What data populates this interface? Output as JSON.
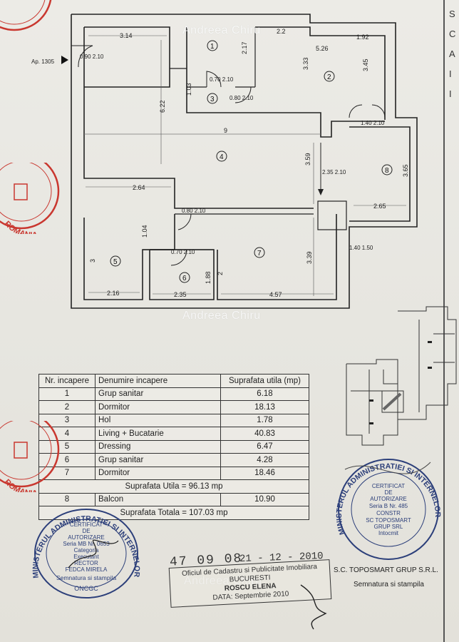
{
  "watermark": "Andreea Chiru",
  "side_letters": [
    "S",
    "C",
    "A",
    "I",
    "I"
  ],
  "apt_label": "Ap. 1305",
  "plan": {
    "room_numbers": [
      "1",
      "2",
      "3",
      "4",
      "5",
      "6",
      "7",
      "8"
    ],
    "dims": [
      "3.14",
      "2.2",
      "1.92",
      "5.26",
      "2.17",
      "3.33",
      "3.45",
      "6.22",
      "1.03",
      "9",
      "3.59",
      "3.65",
      "2.64",
      "2.65",
      "1.04",
      "3",
      "2.16",
      "2.35",
      "1.88",
      "3.39",
      "4.57",
      "2"
    ],
    "doors": [
      "0.90 2.10",
      "0.70 2.10",
      "0.80 2.10",
      "1.40 2.10",
      "2.35 2.10",
      "0.80 2.10",
      "0.70 2.10",
      "1.40 1.50"
    ]
  },
  "table": {
    "headers": [
      "Nr. incapere",
      "Denumire incapere",
      "Suprafata utila (mp)"
    ],
    "rows": [
      [
        "1",
        "Grup sanitar",
        "6.18"
      ],
      [
        "2",
        "Dormitor",
        "18.13"
      ],
      [
        "3",
        "Hol",
        "1.78"
      ],
      [
        "4",
        "Living + Bucatarie",
        "40.83"
      ],
      [
        "5",
        "Dressing",
        "6.47"
      ],
      [
        "6",
        "Grup sanitar",
        "4.28"
      ],
      [
        "7",
        "Dormitor",
        "18.46"
      ]
    ],
    "suprafata_utila": "Suprafata Utila = 96.13 mp",
    "balcon_row": [
      "8",
      "Balcon",
      "10.90"
    ],
    "suprafata_totala": "Suprafata Totala = 107.03 mp"
  },
  "handwritten": {
    "number": "47 09 08",
    "date": "21 - 12 - 2010"
  },
  "oficiu_stamp": {
    "line1": "Oficiul de Cadastru si Publicitate Imobiliara",
    "line2": "BUCURESTI",
    "line3": "ROSCU ELENA",
    "line4": "DATA: Septembrie 2010"
  },
  "left_stamp": {
    "ring": "MINISTERUL ADMINISTRATIEI SI INTERNELOR",
    "lines": [
      "CERTIFICAT",
      "DE",
      "AUTORIZARE",
      "Seria MB Nr. 0653",
      "Categoria",
      "Executant",
      "RECTOR",
      "FEDCA MIRELA",
      "Semnatura si stampila",
      "ONCGC"
    ]
  },
  "right_stamp": {
    "ring": "MINISTERUL ADMINISTRATIEI SI INTERNELOR",
    "lines": [
      "CERTIFICAT",
      "DE",
      "AUTORIZARE",
      "Seria B Nr. 485",
      "CONSTR",
      "SC TOPOSMART",
      "GRUP SRL",
      "Intocmit"
    ]
  },
  "red_stamp_text": "ROMANIA",
  "company": "S.C. TOPOSMART GRUP S.R.L.",
  "semnatura": "Semnatura si stampila",
  "colors": {
    "red_stamp": "#c9372f",
    "blue_stamp": "#2c3f7a",
    "ink": "#222222"
  }
}
